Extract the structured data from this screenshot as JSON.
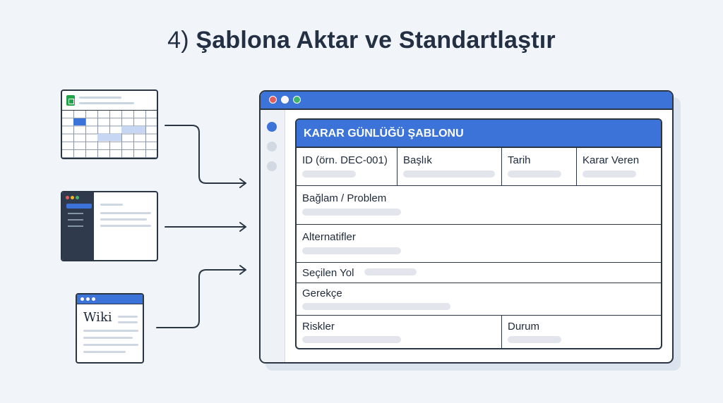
{
  "title": {
    "number": "4)",
    "text": "Şablona Aktar ve Standartlaştır"
  },
  "sources": {
    "wiki_label": "Wiki"
  },
  "template": {
    "header": "KARAR GÜNLÜĞÜ ŞABLONU",
    "fields": {
      "id": "ID (örn. DEC-001)",
      "baslik": "Başlık",
      "tarih": "Tarih",
      "karar_veren": "Karar Veren",
      "baglam": "Bağlam / Problem",
      "alternatifler": "Alternatifler",
      "secilen_yol": "Seçilen Yol",
      "gerekce": "Gerekçe",
      "riskler": "Riskler",
      "durum": "Durum"
    }
  },
  "colors": {
    "accent": "#3b73d9",
    "outline": "#2b3645",
    "background": "#f1f5f9",
    "placeholder": "#e2e6ec",
    "sheets_green": "#22a34a"
  },
  "icons": [
    "spreadsheet-icon",
    "app-window-icon",
    "wiki-page-icon",
    "arrow-right-icon"
  ]
}
